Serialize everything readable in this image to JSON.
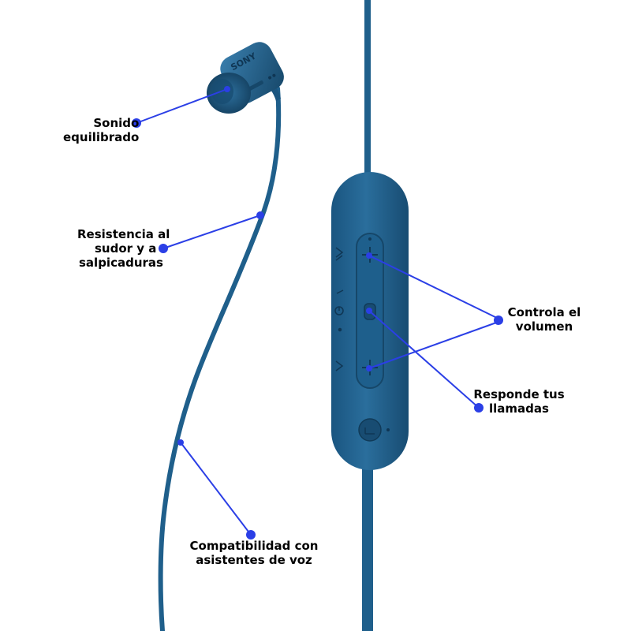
{
  "brand": "SONY",
  "colors": {
    "product": "#1f5f8b",
    "product_dark": "#174a6e",
    "product_light": "#3a7fae",
    "callout": "#2b3fe6"
  },
  "callouts": [
    {
      "id": "sound",
      "lines": [
        "Sonido",
        "equilibrado"
      ]
    },
    {
      "id": "sweat",
      "lines": [
        "Resistencia al",
        "sudor y a",
        "salpicaduras"
      ]
    },
    {
      "id": "voice",
      "lines": [
        "Compatibilidad con",
        "asistentes de voz"
      ]
    },
    {
      "id": "volume",
      "lines": [
        "Controla el",
        "volumen"
      ]
    },
    {
      "id": "calls",
      "lines": [
        "Responde tus",
        "llamadas"
      ]
    }
  ]
}
